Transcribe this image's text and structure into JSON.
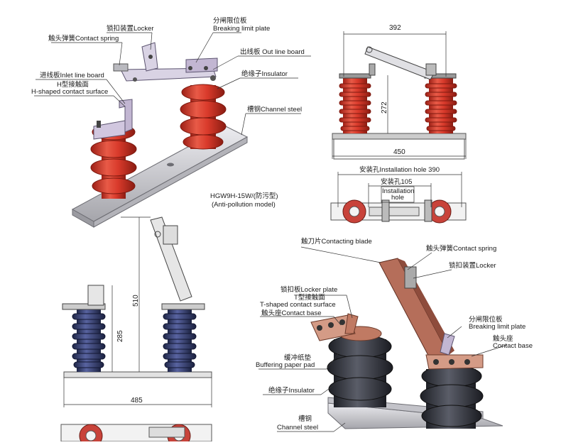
{
  "labels": {
    "locker_tl": "锁扣装置Locker",
    "breaking_limit_plate_tl_cn": "分闸限位板",
    "breaking_limit_plate_tl_en": "Breaking limit plate",
    "contact_spring_tl": "触头弹簧Contact spring",
    "out_line_board": "出线板 Out line board",
    "inlet_line_board": "进线板Inlet line board",
    "insulator_tl": "绝缘子Insulator",
    "h_contact_cn": "H型接触面",
    "h_contact_en": "H-shaped contact surface",
    "channel_steel_tl": "槽钢Channel steel",
    "model_name": "HGW9H-15W/(防污型)",
    "model_desc": "(Anti-pollution model)",
    "contacting_blade": "触刀片Contacting blade",
    "contact_spring_br": "触头弹簧Contact spring",
    "locker_br": "锁扣装置Locker",
    "locker_plate": "锁扣板Locker plate",
    "t_contact_cn": "T型接触面",
    "t_contact_en": "T-shaped contact surface",
    "contact_base_l": "触头座Contact base",
    "breaking_limit_plate_br_cn": "分闸限位板",
    "breaking_limit_plate_br_en": "Breaking limit plate",
    "contact_base_r_cn": "触头座",
    "contact_base_r_en": "Contact base",
    "buffer_cn": "缓冲纸垫",
    "buffer_en": "Buffering paper pad",
    "insulator_br": "绝缘子Insulator",
    "channel_steel_br_cn": "槽钢",
    "channel_steel_br_en": "Channel steel"
  },
  "dimensions": {
    "tr_width": "392",
    "tr_height": "272",
    "tr_base": "450",
    "install_hole_390": "安装孔Installation hole 390",
    "install_hole_105": "安装孔105",
    "install_hole_en_1": "Installation",
    "install_hole_en_2": "hole",
    "bl_height_510": "510",
    "bl_height_285": "285",
    "bl_base_485": "485"
  },
  "colors": {
    "red_insulator": "#d93a2b",
    "red_dark": "#9e2016",
    "blue_insulator": "#3c4778",
    "blue_dark": "#1f2647",
    "black_insulator": "#3a3c44",
    "steel": "#c8c8cc",
    "steel_dark": "#8c8c92",
    "copper": "#c07a63",
    "lavender": "#c2b6d2"
  }
}
